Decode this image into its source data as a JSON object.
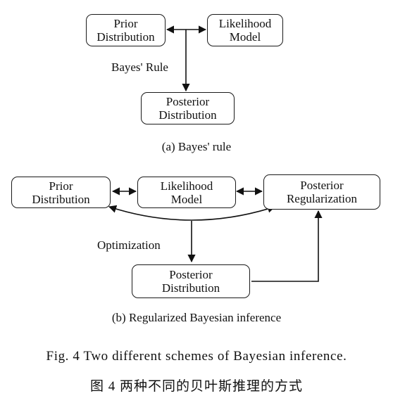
{
  "diagram_a": {
    "prior": [
      "Prior",
      "Distribution"
    ],
    "likelihood": [
      "Likelihood",
      "Model"
    ],
    "edge_label": "Bayes' Rule",
    "posterior": [
      "Posterior",
      "Distribution"
    ],
    "caption": "(a)  Bayes' rule"
  },
  "diagram_b": {
    "prior": [
      "Prior",
      "Distribution"
    ],
    "likelihood": [
      "Likelihood",
      "Model"
    ],
    "regularization": [
      "Posterior",
      "Regularization"
    ],
    "edge_label": "Optimization",
    "posterior": [
      "Posterior",
      "Distribution"
    ],
    "caption": "(b)  Regularized Bayesian inference"
  },
  "figure": {
    "caption_en": "Fig.  4    Two different schemes of Bayesian inference.",
    "caption_zh": "图 4   两种不同的贝叶斯推理的方式"
  }
}
